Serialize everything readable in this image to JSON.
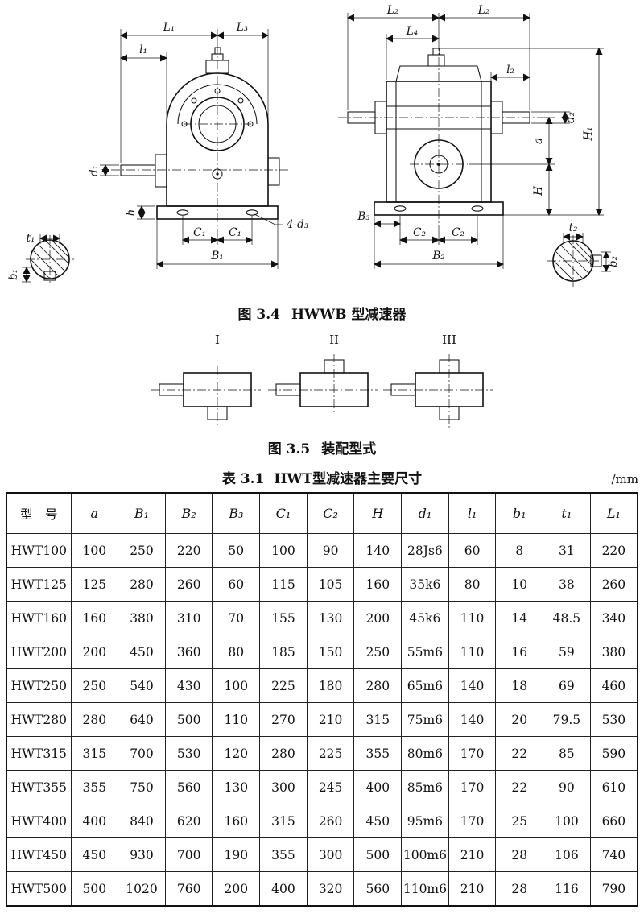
{
  "figure_3_4": {
    "caption_prefix": "图 3.4",
    "caption_title": "HWWB 型减速器",
    "front_labels": {
      "L1": "L₁",
      "L3": "L₃",
      "l1": "l₁",
      "d1": "d₁",
      "h": "h",
      "C1_left": "C₁",
      "C1_right": "C₁",
      "B1": "B₁",
      "foot_holes": "4-d₃",
      "t1": "t₁",
      "b1": "b₁"
    },
    "side_labels": {
      "L2_left": "L₂",
      "L2_right": "L₂",
      "L4": "L₄",
      "l2": "l₂",
      "d2": "d₂",
      "H1": "H₁",
      "a": "a",
      "H": "H",
      "B3": "B₃",
      "C2_left": "C₂",
      "C2_right": "C₂",
      "B2": "B₂",
      "t2": "t₂",
      "b2": "b₂"
    }
  },
  "figure_3_5": {
    "caption_prefix": "图 3.5",
    "caption_title": "装配型式",
    "variant_labels": [
      "I",
      "II",
      "III"
    ]
  },
  "table_3_1": {
    "caption_prefix": "表 3.1",
    "caption_title": "HWT型减速器主要尺寸",
    "unit_note": "/mm",
    "headers": [
      "型　号",
      "a",
      "B₁",
      "B₂",
      "B₃",
      "C₁",
      "C₂",
      "H",
      "d₁",
      "l₁",
      "b₁",
      "t₁",
      "L₁"
    ],
    "rows": [
      [
        "HWT100",
        100,
        250,
        220,
        50,
        100,
        90,
        140,
        "28Js6",
        60,
        8,
        31,
        220
      ],
      [
        "HWT125",
        125,
        280,
        260,
        60,
        115,
        105,
        160,
        "35k6",
        80,
        10,
        38,
        260
      ],
      [
        "HWT160",
        160,
        380,
        310,
        70,
        155,
        130,
        200,
        "45k6",
        110,
        14,
        48.5,
        340
      ],
      [
        "HWT200",
        200,
        450,
        360,
        80,
        185,
        150,
        250,
        "55m6",
        110,
        16,
        59,
        380
      ],
      [
        "HWT250",
        250,
        540,
        430,
        100,
        225,
        180,
        280,
        "65m6",
        140,
        18,
        69,
        460
      ],
      [
        "HWT280",
        280,
        640,
        500,
        110,
        270,
        210,
        315,
        "75m6",
        140,
        20,
        79.5,
        530
      ],
      [
        "HWT315",
        315,
        700,
        530,
        120,
        280,
        225,
        355,
        "80m6",
        170,
        22,
        85,
        590
      ],
      [
        "HWT355",
        355,
        750,
        560,
        130,
        300,
        245,
        400,
        "85m6",
        170,
        22,
        90,
        610
      ],
      [
        "HWT400",
        400,
        840,
        620,
        160,
        315,
        260,
        450,
        "95m6",
        170,
        25,
        100,
        660
      ],
      [
        "HWT450",
        450,
        930,
        700,
        190,
        355,
        300,
        500,
        "100m6",
        210,
        28,
        106,
        740
      ],
      [
        "HWT500",
        500,
        1020,
        760,
        200,
        400,
        320,
        560,
        "110m6",
        210,
        28,
        116,
        790
      ]
    ]
  }
}
